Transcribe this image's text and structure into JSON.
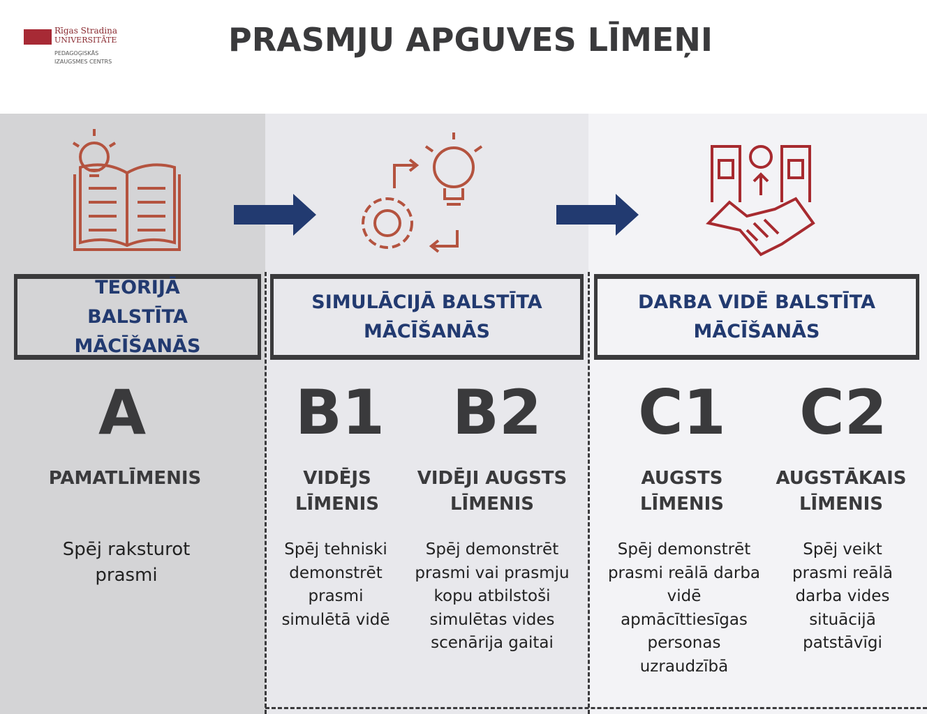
{
  "logo": {
    "line1": "Rīgas Stradiņa",
    "line2": "Universitāte",
    "line3": "PEDAGOĢISKĀS",
    "line4": "IZAUGSMES CENTRS"
  },
  "title": "PRASMJU APGUVES LĪMEŅI",
  "columns": [
    {
      "heading": "TEORIJĀ BALSTĪTA MĀCĪŠANĀS",
      "icon": "book-lightbulb-icon"
    },
    {
      "heading": "SIMULĀCIJĀ BALSTĪTA MĀCĪŠANĀS",
      "icon": "gear-lightbulb-cycle-icon"
    },
    {
      "heading": "DARBA VIDĒ BALSTĪTA MĀCĪŠANĀS",
      "icon": "handshake-buildings-icon"
    }
  ],
  "levels": [
    {
      "code": "A",
      "name": "PAMATLĪMENIS",
      "desc": "Spēj raksturot prasmi"
    },
    {
      "code": "B1",
      "name": "VIDĒJS LĪMENIS",
      "desc": "Spēj tehniski demonstrēt prasmi simulētā vidē"
    },
    {
      "code": "B2",
      "name": "VIDĒJI AUGSTS LĪMENIS",
      "desc": "Spēj demonstrēt prasmi vai prasmju kopu atbilstoši simulētas vides scenārija gaitai"
    },
    {
      "code": "C1",
      "name": "AUGSTS LĪMENIS",
      "desc": "Spēj demonstrēt prasmi reālā darba vidē apmācīttiesīgas personas uzraudzībā"
    },
    {
      "code": "C2",
      "name": "AUGSTĀKAIS LĪMENIS",
      "desc": "Spēj veikt prasmi reālā darba vides situācijā patstāvīgi"
    }
  ],
  "colors": {
    "accent": "#223a70",
    "icon": "#b4533f",
    "dark": "#3a3a3c"
  }
}
